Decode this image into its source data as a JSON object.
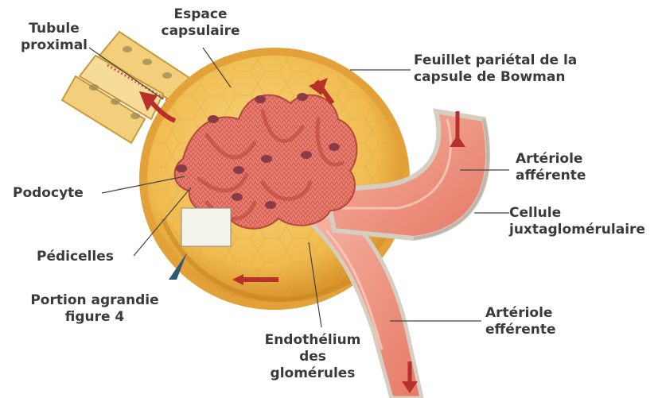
{
  "labels": {
    "tubule_proximal": [
      "Tubule",
      "proximal"
    ],
    "espace_capsulaire": [
      "Espace",
      "capsulaire"
    ],
    "feuillet_parietal": [
      "Feuillet pariétal de la",
      "capsule de Bowman"
    ],
    "arteriole_afferente": [
      "Artériole",
      "afférente"
    ],
    "cellule_juxta": [
      "Cellule",
      "juxtaglomérulaire"
    ],
    "podocyte": [
      "Podocyte"
    ],
    "pedicelles": [
      "Pédicelles"
    ],
    "portion_agrandie": [
      "Portion agrandie",
      "figure 4"
    ],
    "endothelium": [
      "Endothélium",
      "des",
      "glomérules"
    ],
    "arteriole_efferente": [
      "Artériole",
      "efférente"
    ]
  },
  "colors": {
    "capsule_fill": "#f2c25a",
    "capsule_rim": "#e9a738",
    "glomerulus": "#e8756a",
    "glomerulus_dark": "#c4473d",
    "nucleus": "#8a3f4b",
    "vessel": "#f29a88",
    "vessel_wall": "#d9d2c8",
    "tubule": "#f4cf7a",
    "arrow": "#b8302a",
    "leader": "#444444"
  }
}
